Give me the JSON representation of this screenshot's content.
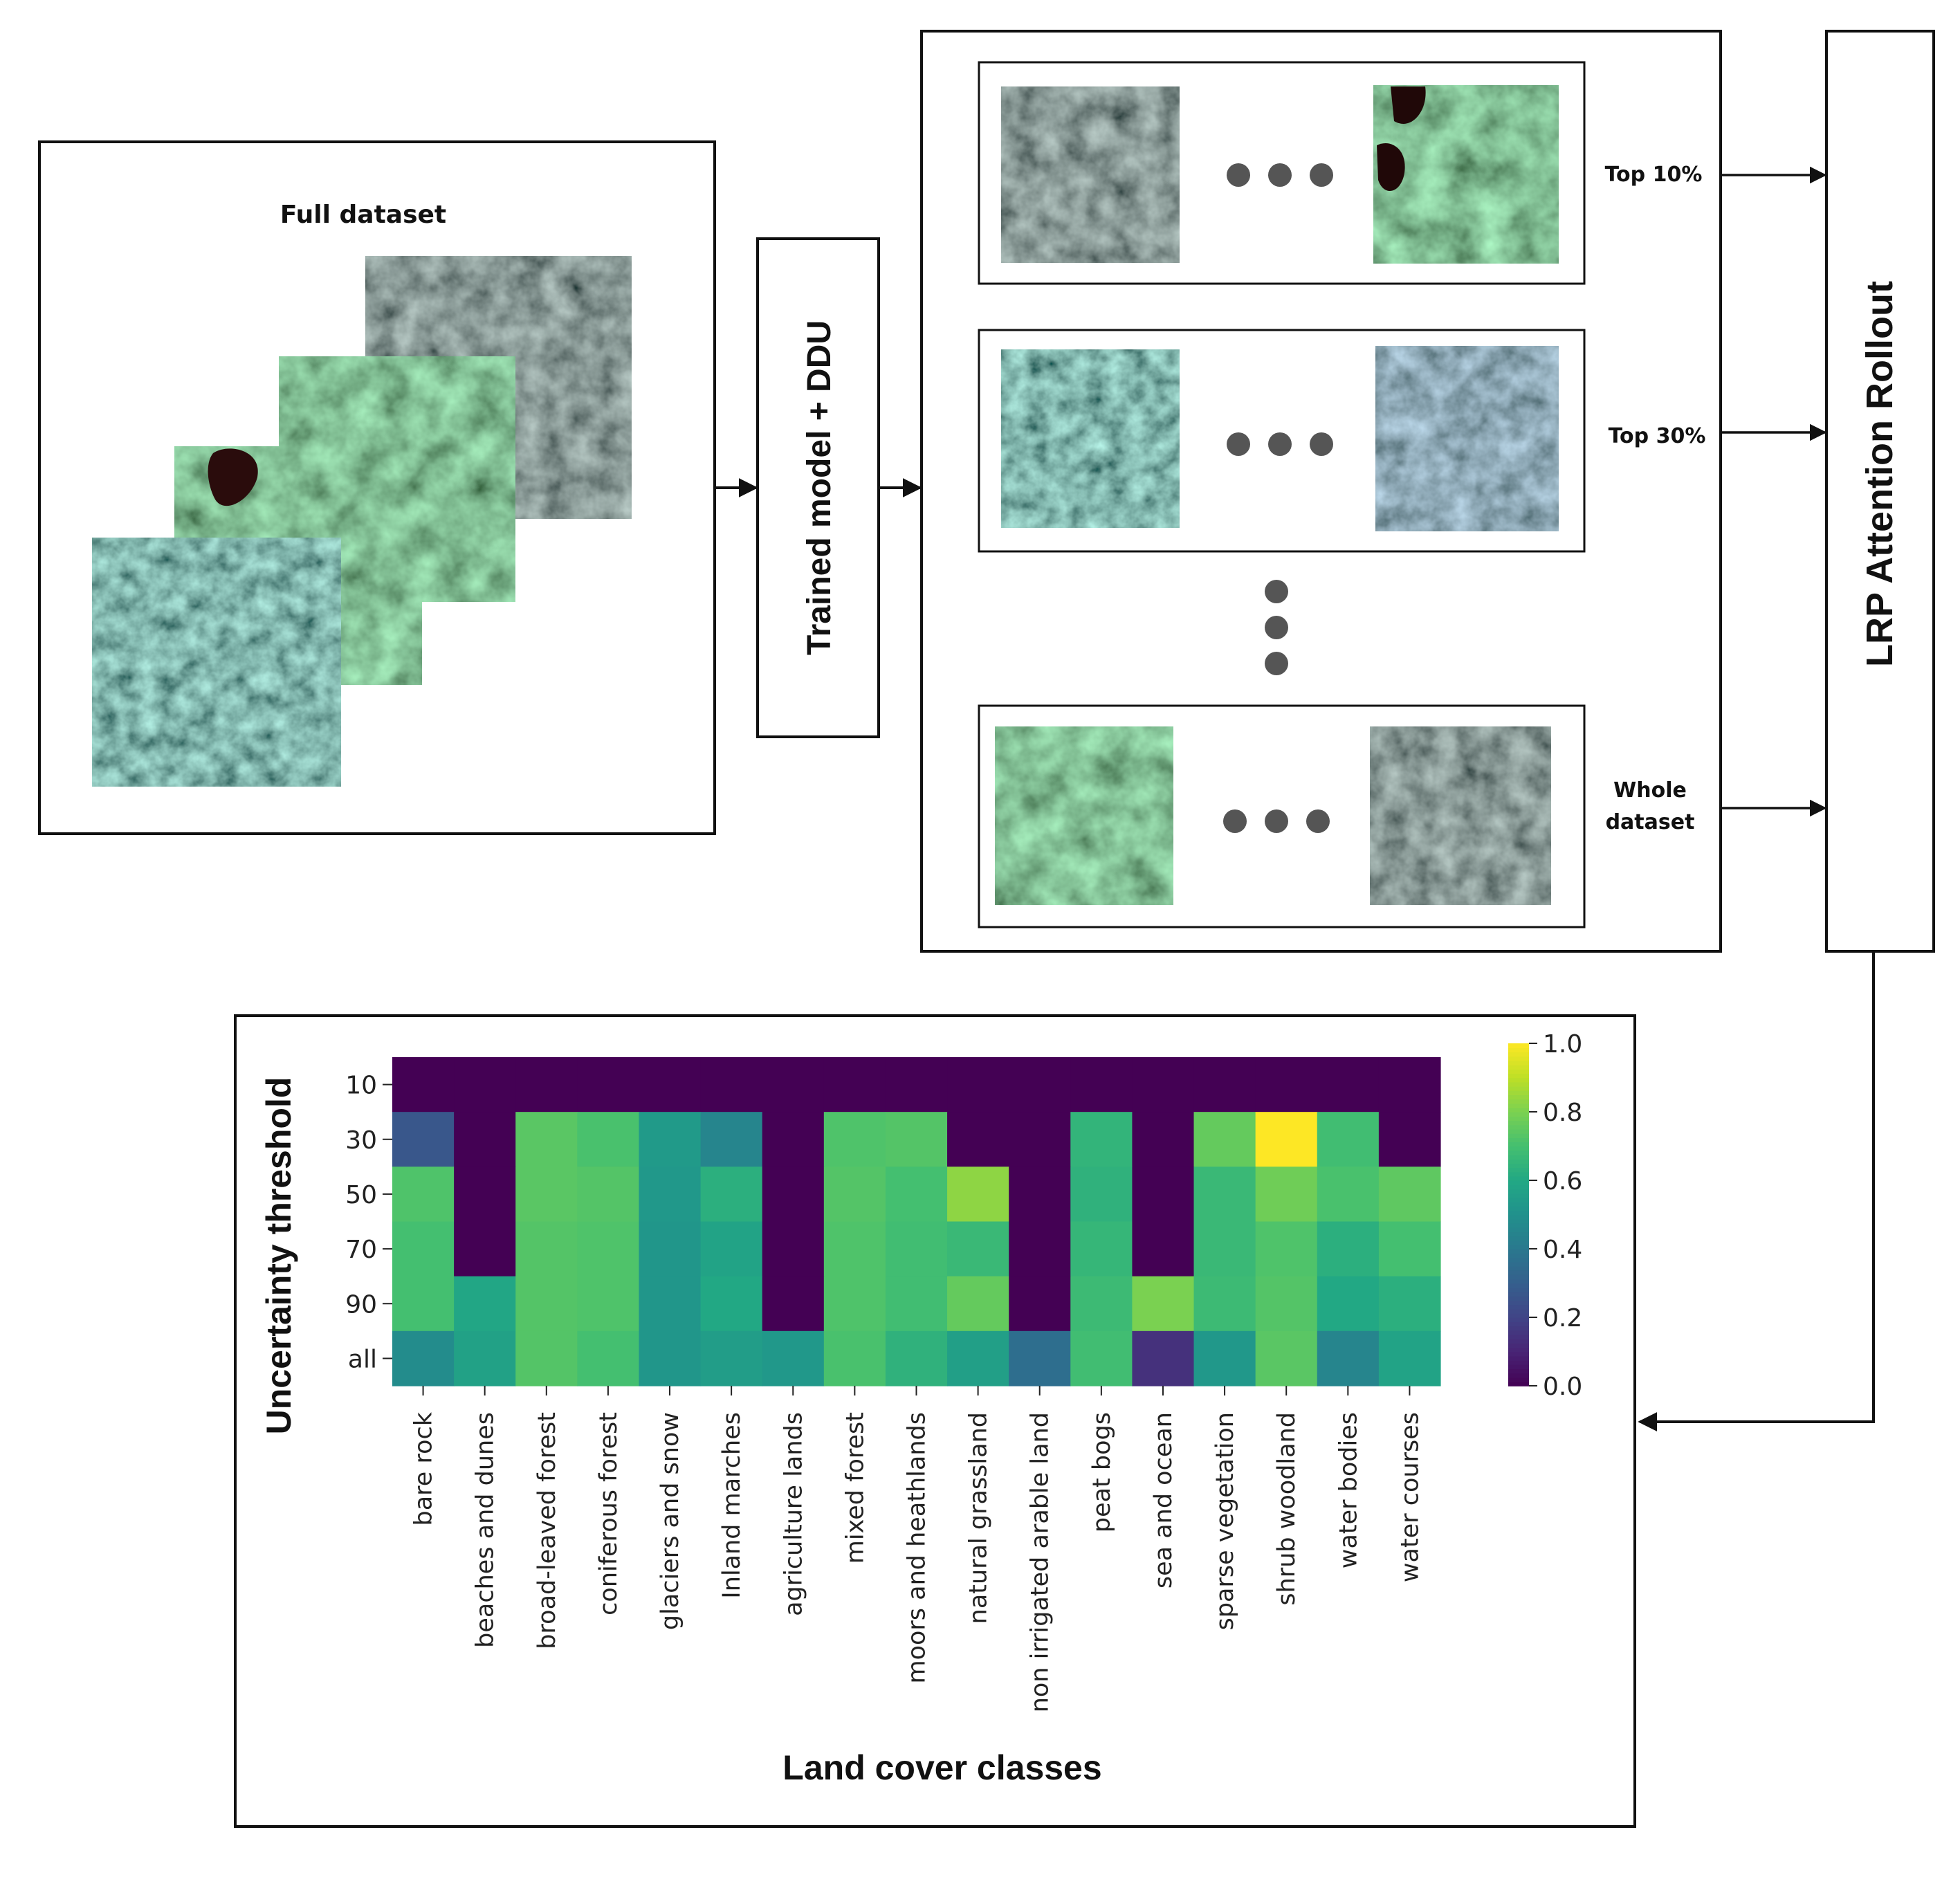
{
  "input_panel": {
    "title": "Full dataset"
  },
  "model_box": {
    "label": "Trained model + DDU"
  },
  "selection_panel": {
    "rows": [
      {
        "label_lines": [
          "Top 10%"
        ]
      },
      {
        "label_lines": [
          "Top 30%"
        ]
      },
      {
        "label_lines": [
          "Whole",
          "dataset"
        ]
      }
    ]
  },
  "explain_box": {
    "label": "LRP Attention Rollout"
  },
  "chart_data": {
    "type": "heatmap",
    "xlabel": "Land cover classes",
    "ylabel": "Uncertainty threshold",
    "rows": [
      "10",
      "30",
      "50",
      "70",
      "90",
      "all"
    ],
    "columns": [
      "bare rock",
      "beaches and dunes",
      "broad-leaved forest",
      "coniferous forest",
      "glaciers and snow",
      "Inland marches",
      "agriculture lands",
      "mixed forest",
      "moors and heathlands",
      "natural grassland",
      "non irrigated arable land",
      "peat bogs",
      "sea and ocean",
      "sparse vegetation",
      "shrub woodland",
      "water bodies",
      "water courses"
    ],
    "values": [
      [
        0.0,
        0.0,
        0.0,
        0.0,
        0.0,
        0.0,
        0.0,
        0.0,
        0.0,
        0.0,
        0.0,
        0.0,
        0.0,
        0.0,
        0.0,
        0.0,
        0.0
      ],
      [
        0.27,
        0.0,
        0.74,
        0.71,
        0.54,
        0.45,
        0.0,
        0.72,
        0.73,
        0.0,
        0.0,
        0.65,
        0.0,
        0.76,
        1.0,
        0.69,
        0.0
      ],
      [
        0.72,
        0.0,
        0.74,
        0.73,
        0.53,
        0.63,
        0.0,
        0.73,
        0.7,
        0.83,
        0.0,
        0.64,
        0.0,
        0.67,
        0.78,
        0.71,
        0.75
      ],
      [
        0.7,
        0.0,
        0.73,
        0.72,
        0.52,
        0.58,
        0.0,
        0.72,
        0.69,
        0.67,
        0.0,
        0.66,
        0.0,
        0.67,
        0.72,
        0.63,
        0.7
      ],
      [
        0.7,
        0.59,
        0.73,
        0.72,
        0.52,
        0.6,
        0.0,
        0.72,
        0.69,
        0.76,
        0.0,
        0.68,
        0.8,
        0.68,
        0.73,
        0.6,
        0.63
      ],
      [
        0.48,
        0.57,
        0.73,
        0.7,
        0.52,
        0.55,
        0.53,
        0.71,
        0.64,
        0.56,
        0.36,
        0.69,
        0.14,
        0.53,
        0.74,
        0.45,
        0.58
      ]
    ],
    "colorscale": "viridis",
    "vmin": 0.0,
    "vmax": 1.0,
    "colorbar_ticks": [
      "0.0",
      "0.2",
      "0.4",
      "0.6",
      "0.8",
      "1.0"
    ]
  },
  "colors": {
    "line": "#111111",
    "dot": "#555555",
    "text": "#111111"
  }
}
